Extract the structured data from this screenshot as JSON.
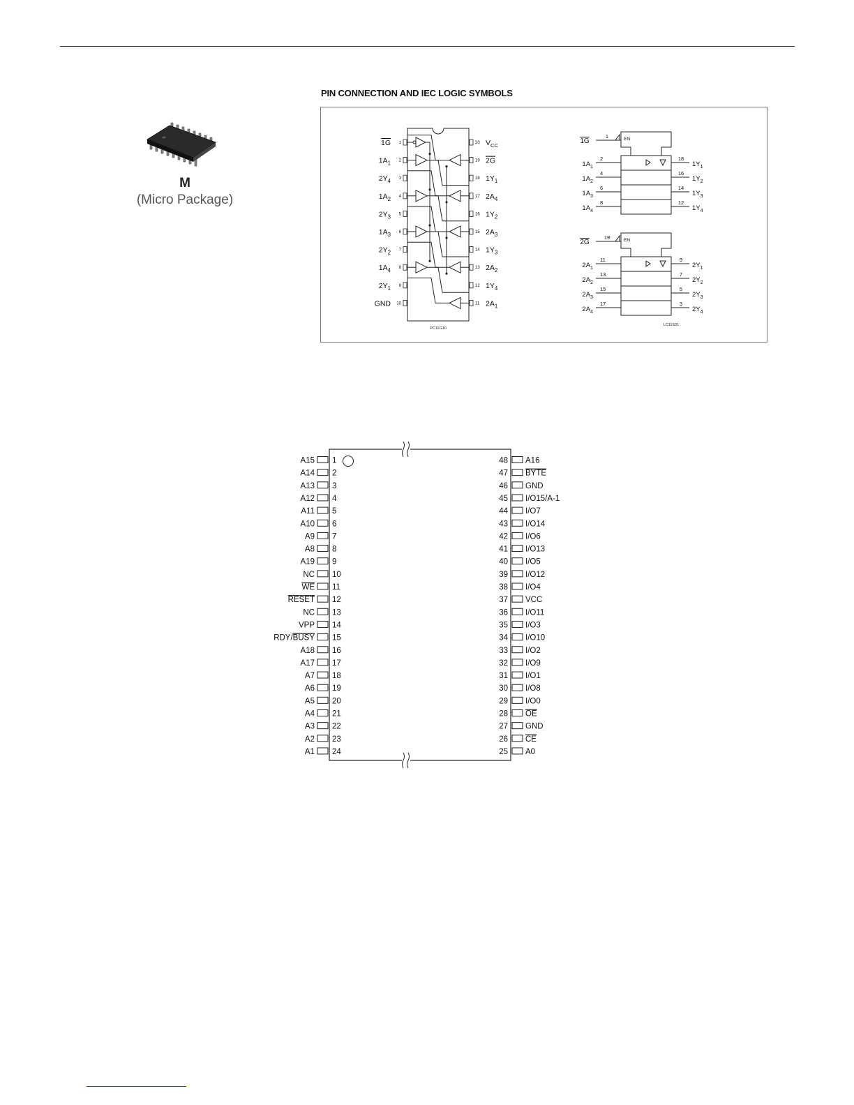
{
  "package": {
    "letter": "M",
    "name": "(Micro Package)"
  },
  "pin_section": {
    "title": "PIN CONNECTION AND IEC LOGIC SYMBOLS",
    "left_pins": [
      {
        "n": "1",
        "name": "1G",
        "overline": true
      },
      {
        "n": "2",
        "name": "1A1"
      },
      {
        "n": "3",
        "name": "2Y4"
      },
      {
        "n": "4",
        "name": "1A2"
      },
      {
        "n": "5",
        "name": "2Y3"
      },
      {
        "n": "6",
        "name": "1A3"
      },
      {
        "n": "7",
        "name": "2Y2"
      },
      {
        "n": "8",
        "name": "1A4"
      },
      {
        "n": "9",
        "name": "2Y1"
      },
      {
        "n": "10",
        "name": "GND"
      }
    ],
    "right_pins": [
      {
        "n": "20",
        "name": "VCC"
      },
      {
        "n": "19",
        "name": "2G",
        "overline": true
      },
      {
        "n": "18",
        "name": "1Y1"
      },
      {
        "n": "17",
        "name": "2A4"
      },
      {
        "n": "16",
        "name": "1Y2"
      },
      {
        "n": "15",
        "name": "2A3"
      },
      {
        "n": "14",
        "name": "1Y3"
      },
      {
        "n": "13",
        "name": "2A2"
      },
      {
        "n": "12",
        "name": "1Y4"
      },
      {
        "n": "11",
        "name": "2A1"
      }
    ],
    "dip_code": "PC11G10",
    "iec_code": "LC11S21",
    "en_label": "EN",
    "iec_block1": {
      "enable": {
        "name": "1G",
        "pin": "1"
      },
      "inputs": [
        {
          "name": "1A1",
          "pin": "2"
        },
        {
          "name": "1A2",
          "pin": "4"
        },
        {
          "name": "1A3",
          "pin": "6"
        },
        {
          "name": "1A4",
          "pin": "8"
        }
      ],
      "outputs": [
        {
          "name": "1Y1",
          "pin": "18"
        },
        {
          "name": "1Y2",
          "pin": "16"
        },
        {
          "name": "1Y3",
          "pin": "14"
        },
        {
          "name": "1Y4",
          "pin": "12"
        }
      ]
    },
    "iec_block2": {
      "enable": {
        "name": "2G",
        "pin": "19"
      },
      "inputs": [
        {
          "name": "2A1",
          "pin": "11"
        },
        {
          "name": "2A2",
          "pin": "13"
        },
        {
          "name": "2A3",
          "pin": "15"
        },
        {
          "name": "2A4",
          "pin": "17"
        }
      ],
      "outputs": [
        {
          "name": "2Y1",
          "pin": "9"
        },
        {
          "name": "2Y2",
          "pin": "7"
        },
        {
          "name": "2Y3",
          "pin": "5"
        },
        {
          "name": "2Y4",
          "pin": "3"
        }
      ]
    }
  },
  "pinout48": {
    "left": [
      {
        "n": "1",
        "name": "A15"
      },
      {
        "n": "2",
        "name": "A14"
      },
      {
        "n": "3",
        "name": "A13"
      },
      {
        "n": "4",
        "name": "A12"
      },
      {
        "n": "5",
        "name": "A11"
      },
      {
        "n": "6",
        "name": "A10"
      },
      {
        "n": "7",
        "name": "A9"
      },
      {
        "n": "8",
        "name": "A8"
      },
      {
        "n": "9",
        "name": "A19"
      },
      {
        "n": "10",
        "name": "NC"
      },
      {
        "n": "11",
        "name": "WE",
        "overline": true
      },
      {
        "n": "12",
        "name": "RESET",
        "overline": true
      },
      {
        "n": "13",
        "name": "NC"
      },
      {
        "n": "14",
        "name": "VPP"
      },
      {
        "n": "15",
        "name": "RDY/BUSY",
        "overline_part": "BUSY"
      },
      {
        "n": "16",
        "name": "A18"
      },
      {
        "n": "17",
        "name": "A17"
      },
      {
        "n": "18",
        "name": "A7"
      },
      {
        "n": "19",
        "name": "A6"
      },
      {
        "n": "20",
        "name": "A5"
      },
      {
        "n": "21",
        "name": "A4"
      },
      {
        "n": "22",
        "name": "A3"
      },
      {
        "n": "23",
        "name": "A2"
      },
      {
        "n": "24",
        "name": "A1"
      }
    ],
    "right": [
      {
        "n": "48",
        "name": "A16"
      },
      {
        "n": "47",
        "name": "BYTE",
        "overline": true
      },
      {
        "n": "46",
        "name": "GND"
      },
      {
        "n": "45",
        "name": "I/O15/A-1"
      },
      {
        "n": "44",
        "name": "I/O7"
      },
      {
        "n": "43",
        "name": "I/O14"
      },
      {
        "n": "42",
        "name": "I/O6"
      },
      {
        "n": "41",
        "name": "I/O13"
      },
      {
        "n": "40",
        "name": "I/O5"
      },
      {
        "n": "39",
        "name": "I/O12"
      },
      {
        "n": "38",
        "name": "I/O4"
      },
      {
        "n": "37",
        "name": "VCC"
      },
      {
        "n": "36",
        "name": "I/O11"
      },
      {
        "n": "35",
        "name": "I/O3"
      },
      {
        "n": "34",
        "name": "I/O10"
      },
      {
        "n": "33",
        "name": "I/O2"
      },
      {
        "n": "32",
        "name": "I/O9"
      },
      {
        "n": "31",
        "name": "I/O1"
      },
      {
        "n": "30",
        "name": "I/O8"
      },
      {
        "n": "29",
        "name": "I/O0"
      },
      {
        "n": "28",
        "name": "OE",
        "overline": true
      },
      {
        "n": "27",
        "name": "GND"
      },
      {
        "n": "26",
        "name": "CE",
        "overline": true
      },
      {
        "n": "25",
        "name": "A0"
      }
    ]
  }
}
